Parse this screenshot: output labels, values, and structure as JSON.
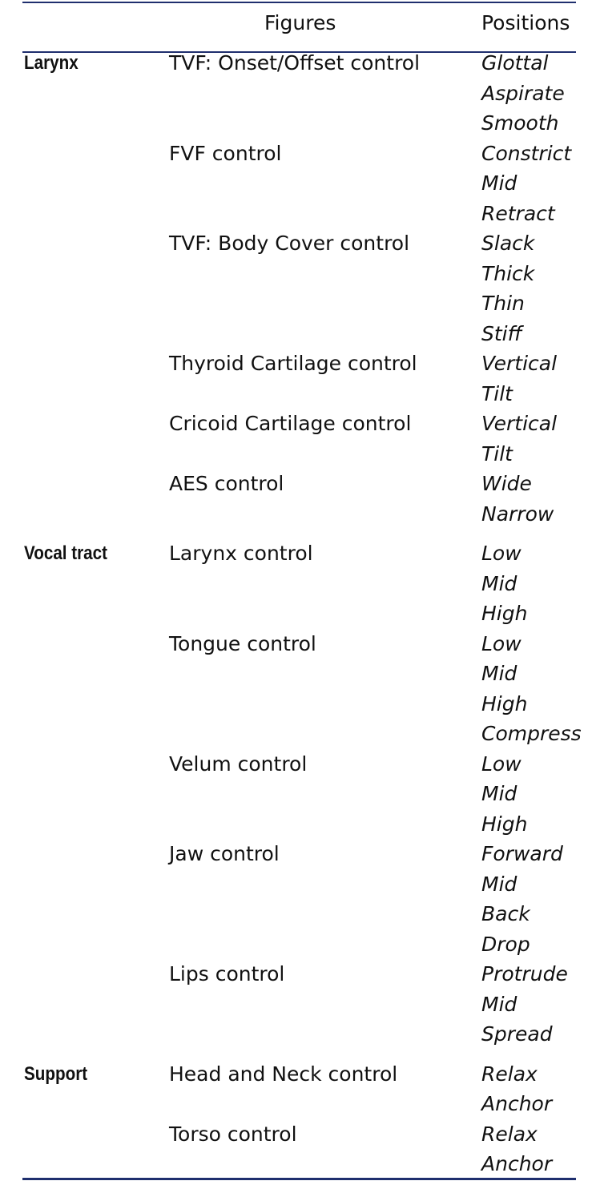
{
  "header": {
    "figures_label": "Figures",
    "positions_label": "Positions"
  },
  "groups": [
    {
      "label": "Larynx",
      "figures": [
        {
          "name": "TVF: Onset/Offset control",
          "positions": [
            "Glottal",
            "Aspirate",
            "Smooth"
          ]
        },
        {
          "name": "FVF control",
          "positions": [
            "Constrict",
            "Mid",
            "Retract"
          ]
        },
        {
          "name": "TVF: Body Cover control",
          "positions": [
            "Slack",
            "Thick",
            "Thin",
            "Stiff"
          ]
        },
        {
          "name": "Thyroid Cartilage control",
          "positions": [
            "Vertical",
            "Tilt"
          ]
        },
        {
          "name": "Cricoid Cartilage control",
          "positions": [
            "Vertical",
            "Tilt"
          ]
        },
        {
          "name": "AES control",
          "positions": [
            "Wide",
            "Narrow"
          ]
        }
      ]
    },
    {
      "label": "Vocal tract",
      "figures": [
        {
          "name": "Larynx control",
          "positions": [
            "Low",
            "Mid",
            "High"
          ]
        },
        {
          "name": "Tongue control",
          "positions": [
            "Low",
            "Mid",
            "High",
            "Compress"
          ]
        },
        {
          "name": "Velum control",
          "positions": [
            "Low",
            "Mid",
            "High"
          ]
        },
        {
          "name": "Jaw control",
          "positions": [
            "Forward",
            "Mid",
            "Back",
            "Drop"
          ]
        },
        {
          "name": "Lips control",
          "positions": [
            "Protrude",
            "Mid",
            "Spread"
          ]
        }
      ]
    },
    {
      "label": "Support",
      "figures": [
        {
          "name": "Head and Neck control",
          "positions": [
            "Relax",
            "Anchor"
          ]
        },
        {
          "name": "Torso control",
          "positions": [
            "Relax",
            "Anchor"
          ]
        }
      ]
    }
  ]
}
